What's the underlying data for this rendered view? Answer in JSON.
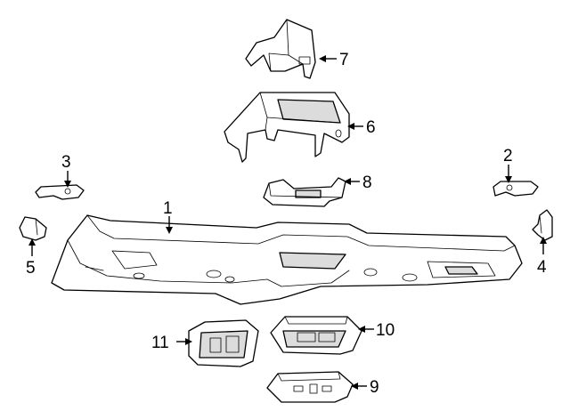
{
  "callouts": {
    "c1": "1",
    "c2": "2",
    "c3": "3",
    "c4": "4",
    "c5": "5",
    "c6": "6",
    "c7": "7",
    "c8": "8",
    "c9": "9",
    "c10": "10",
    "c11": "11"
  },
  "colors": {
    "line": "#000000",
    "background": "#ffffff",
    "shade": "#dcdcdc"
  }
}
